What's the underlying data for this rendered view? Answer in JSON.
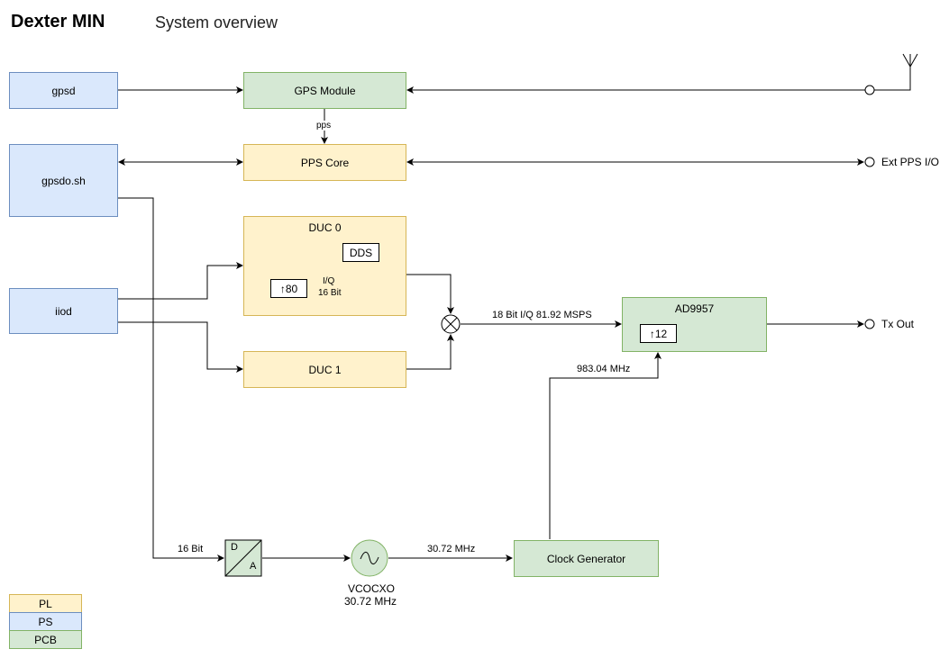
{
  "header": {
    "title": "Dexter MIN",
    "subtitle": "System overview"
  },
  "blocks": {
    "gpsd": "gpsd",
    "gpsdo": "gpsdo.sh",
    "iiod": "iiod",
    "gps_module": "GPS Module",
    "pps_core": "PPS Core",
    "duc0": "DUC 0",
    "duc1": "DUC 1",
    "ad9957": "AD9957",
    "clock_gen": "Clock Generator"
  },
  "inner": {
    "dds": "DDS",
    "interp80": "↑80",
    "interp12": "↑12",
    "dac_d": "D",
    "dac_a": "A"
  },
  "labels": {
    "pps": "pps",
    "iq": "I/Q",
    "bit16_duc": "16 Bit",
    "stream": "18 Bit I/Q 81.92 MSPS",
    "freq_983": "983.04 MHz",
    "bit16_dac": "16 Bit",
    "freq_3072": "30.72 MHz",
    "vcocxo": "VCOCXO",
    "vcocxo_freq": "30.72 MHz"
  },
  "ports": {
    "ext_pps": "Ext PPS I/O",
    "tx_out": "Tx Out"
  },
  "legend": {
    "pl": "PL",
    "ps": "PS",
    "pcb": "PCB"
  },
  "colors": {
    "ps_fill": "#dae8fc",
    "ps_stroke": "#6c8ebf",
    "pl_fill": "#fff2cc",
    "pl_stroke": "#d6b656",
    "pcb_fill": "#d5e8d4",
    "pcb_stroke": "#82b366"
  }
}
